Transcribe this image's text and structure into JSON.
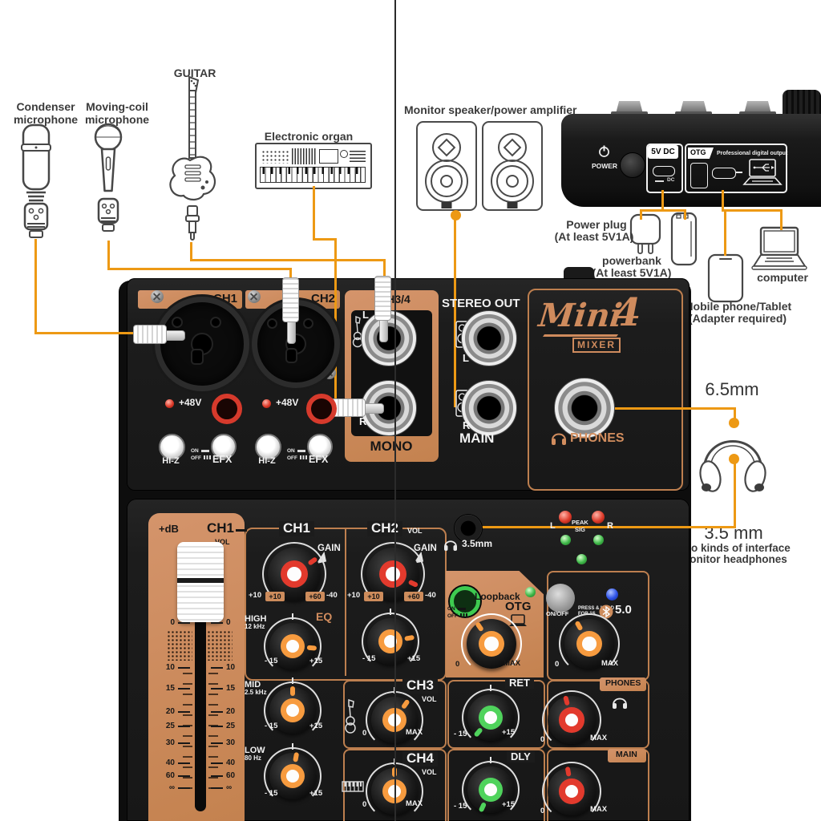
{
  "left": {
    "condenser1": "Condenser",
    "condenser2": "microphone",
    "moving1": "Moving-coil",
    "moving2": "microphone",
    "guitar": "GUITAR",
    "organ": "Electronic organ",
    "monitor": "Monitor speaker/power amplifier"
  },
  "right": {
    "power_plug1": "Power plug",
    "power_plug2": "(At least 5V1A)",
    "powerbank1": "powerbank",
    "powerbank2": "(At least 5V1A)",
    "computer": "computer",
    "mobile1": "Mobile phone/Tablet",
    "mobile2": "(Adapter required)",
    "mm65": "6.5mm",
    "mm35": "3.5 mm",
    "kinds1": "Two kinds of interface",
    "kinds2": "monitor headphones"
  },
  "back": {
    "power": "POWER",
    "dc": "5V DC",
    "dc_sub": "DC",
    "otg": "OTG",
    "otg_desc": "Professional digital output"
  },
  "top": {
    "ch1": "CH1",
    "ch2": "CH2",
    "ch34": "CH3/4",
    "stereo": "STEREO OUT",
    "p48": "+48V",
    "hiz": "HI-Z",
    "efx": "EFX",
    "on": "ON",
    "off": "OFF",
    "l": "L",
    "r": "R",
    "mono": "MONO",
    "main": "MAIN",
    "phones": "PHONES",
    "logo1": "Mini",
    "logo2": "4",
    "logo3": "MIXER"
  },
  "fader": {
    "db": "+dB",
    "ch": "CH1",
    "vol": "VOL",
    "scale": [
      "0",
      "10",
      "15",
      "20",
      "25",
      "30",
      "40",
      "60",
      "∞"
    ]
  },
  "lower": {
    "ch1": "CH1",
    "ch2": "CH2",
    "ch3": "CH3",
    "ch4": "CH4",
    "vol": "VOL",
    "gain": "GAIN",
    "g1": "+10",
    "g2": "+10",
    "g3": "+60",
    "g4": "-40",
    "eq": "EQ",
    "high": "HIGH",
    "highf": "12 kHz",
    "mid": "MID",
    "midf": "2.5 kHz",
    "low": "LOW",
    "lowf": "80 Hz",
    "m15": "- 15",
    "p15": "+15",
    "zero": "0",
    "max": "MAX",
    "jack35": "3.5mm",
    "meterL": "L",
    "meterR": "R",
    "peak": "PEAK",
    "sig": "SIG",
    "loopback": "Loopback",
    "otg": "OTG",
    "on": "ON",
    "off": "OFF",
    "onoff": "ON/OFF",
    "hold1": "PRESS & HOLD",
    "hold2": "FOR 1S",
    "bt": "5.0",
    "ret": "RET",
    "dly": "DLY",
    "phones": "PHONES",
    "main": "MAIN"
  }
}
